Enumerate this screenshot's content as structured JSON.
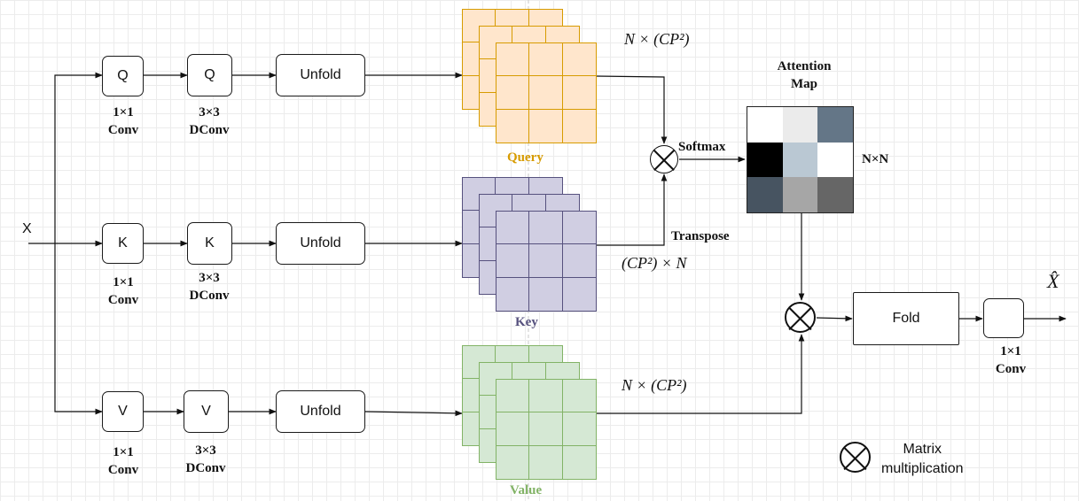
{
  "input_label": "X",
  "rows": [
    {
      "proj": "Q",
      "dconv": "Q",
      "unfold": "Unfold",
      "conv_label": "1×1\nConv",
      "dconv_label": "3×3\nDConv",
      "tensor": "Query",
      "tensor_color": "#d79b00",
      "fill": "#ffe6cc"
    },
    {
      "proj": "K",
      "dconv": "K",
      "unfold": "Unfold",
      "conv_label": "1×1\nConv",
      "dconv_label": "3×3\nDConv",
      "tensor": "Key",
      "tensor_color": "#56517e",
      "fill": "#d0cee2"
    },
    {
      "proj": "V",
      "dconv": "V",
      "unfold": "Unfold",
      "conv_label": "1×1\nConv",
      "dconv_label": "3×3\nDConv",
      "tensor": "Value",
      "tensor_color": "#82b366",
      "fill": "#d5e8d4"
    }
  ],
  "math": {
    "query_shape": "N × (CP²)",
    "key_shape": "(CP²) × N",
    "value_shape": "N × (CP²)"
  },
  "softmax": "Softmax",
  "transpose": "Transpose",
  "attention": {
    "title": "Attention\nMap",
    "size_label": "N×N",
    "cells": [
      "#ffffff",
      "#ebebeb",
      "#647687",
      "#000000",
      "#bac8d3",
      "#ffffff",
      "#475461",
      "#a6a6a6",
      "#666666"
    ]
  },
  "fold": "Fold",
  "out_conv_label": "1×1\nConv",
  "output_label": "X̂",
  "legend": "Matrix\nmultiplication"
}
